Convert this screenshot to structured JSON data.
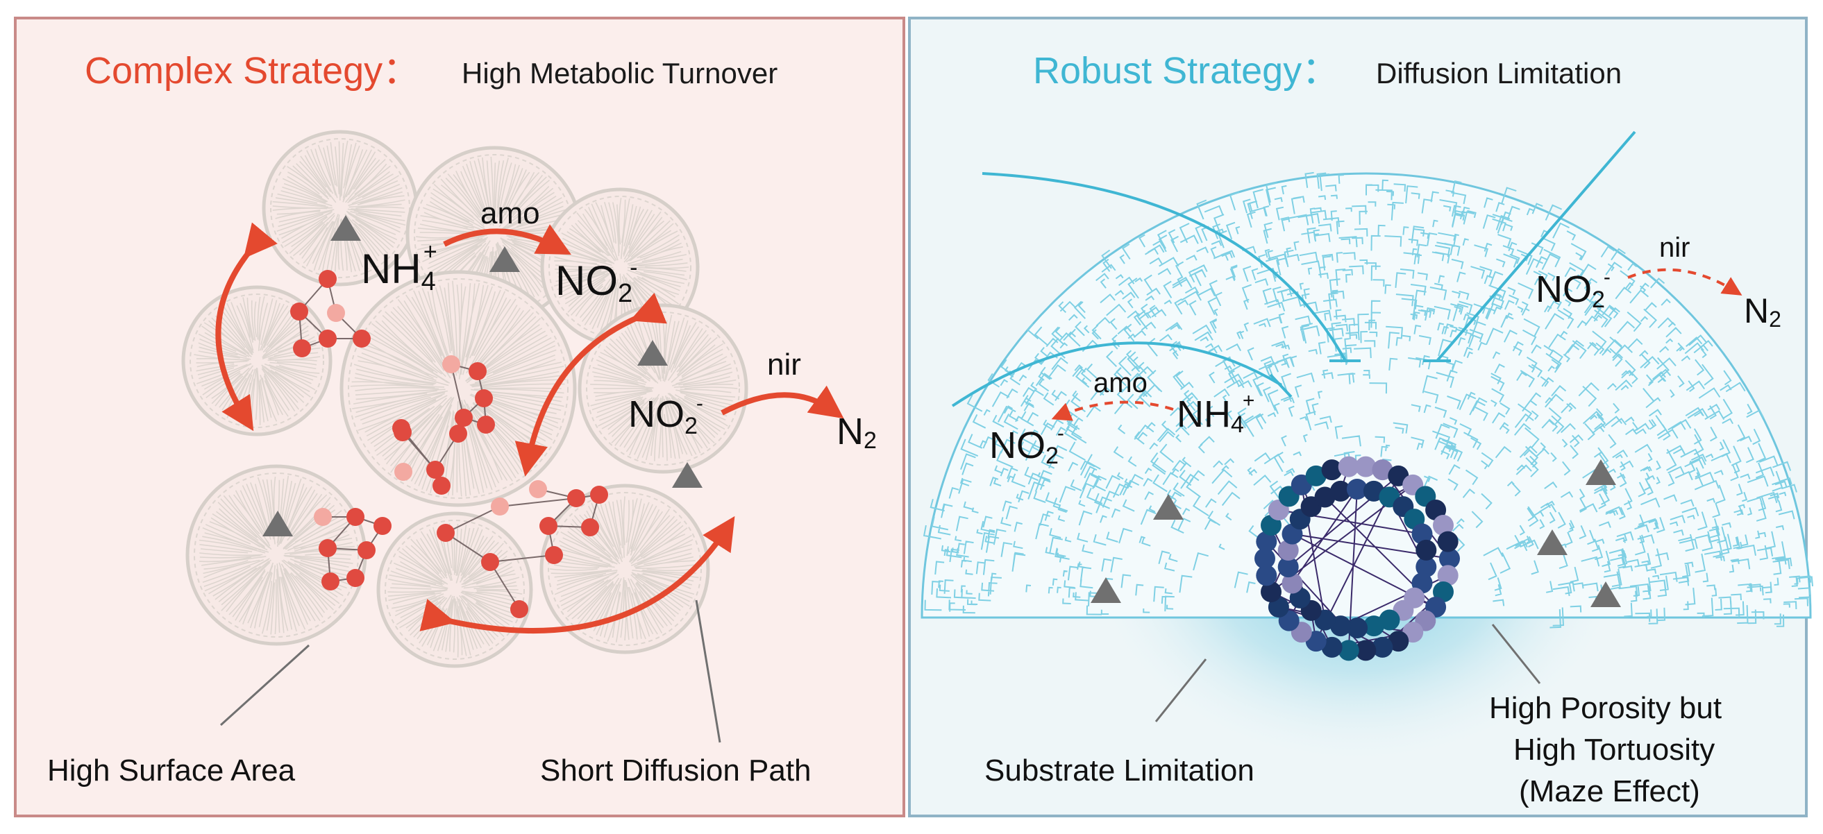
{
  "left_panel": {
    "title_strategy": "Complex Strategy：",
    "title_desc": "High Metabolic Turnover",
    "reactions": {
      "nh4": "NH",
      "nh4_sub": "4",
      "nh4_sup": "+",
      "amo": "amo",
      "no2_a": "NO",
      "no2_a_sub": "2",
      "no2_a_sup": "-",
      "nir": "nir",
      "no2_b": "NO",
      "no2_b_sub": "2",
      "no2_b_sup": "-",
      "n2": "N",
      "n2_sub": "2"
    },
    "callouts": {
      "surface": "High Surface Area",
      "diffusion": "Short Diffusion Path"
    }
  },
  "right_panel": {
    "title_strategy": "Robust Strategy：",
    "title_desc": "Diffusion Limitation",
    "reactions": {
      "nir": "nir",
      "no2_top": "NO",
      "no2_top_sub": "2",
      "no2_top_sup": "-",
      "n2": "N",
      "n2_sub": "2",
      "amo": "amo",
      "nh4": "NH",
      "nh4_sub": "4",
      "nh4_sup": "+",
      "no2_left": "NO",
      "no2_left_sub": "2",
      "no2_left_sup": "-"
    },
    "callouts": {
      "substrate": "Substrate Limitation",
      "porosity_1": "High Porosity but",
      "porosity_2": "High Tortuosity",
      "porosity_3": "(Maze Effect)"
    }
  },
  "colors": {
    "left_bg": "#fbeeec",
    "left_border": "#c98a88",
    "right_bg": "#eef6f8",
    "right_border": "#8fb3c6",
    "accent_red": "#e4492f",
    "accent_cyan": "#3fb6d3",
    "granule_line": "#d6cfc9",
    "triangle": "#707070",
    "dark_node": "#1a2c58"
  }
}
